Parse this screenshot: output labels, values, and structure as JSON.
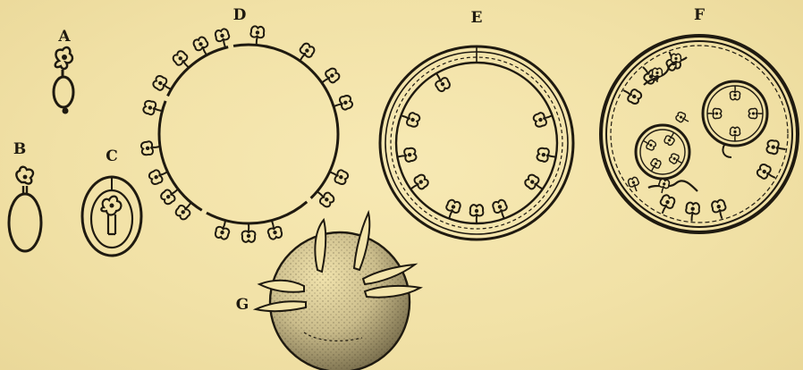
{
  "figure_labels": {
    "a": "A",
    "b": "B",
    "c": "C",
    "d": "D",
    "e": "E",
    "f": "F",
    "g": "G"
  },
  "colors": {
    "paper": "#f3e4aa",
    "ink": "#1f1a10",
    "sphere_shade": "#b9ab7e"
  }
}
